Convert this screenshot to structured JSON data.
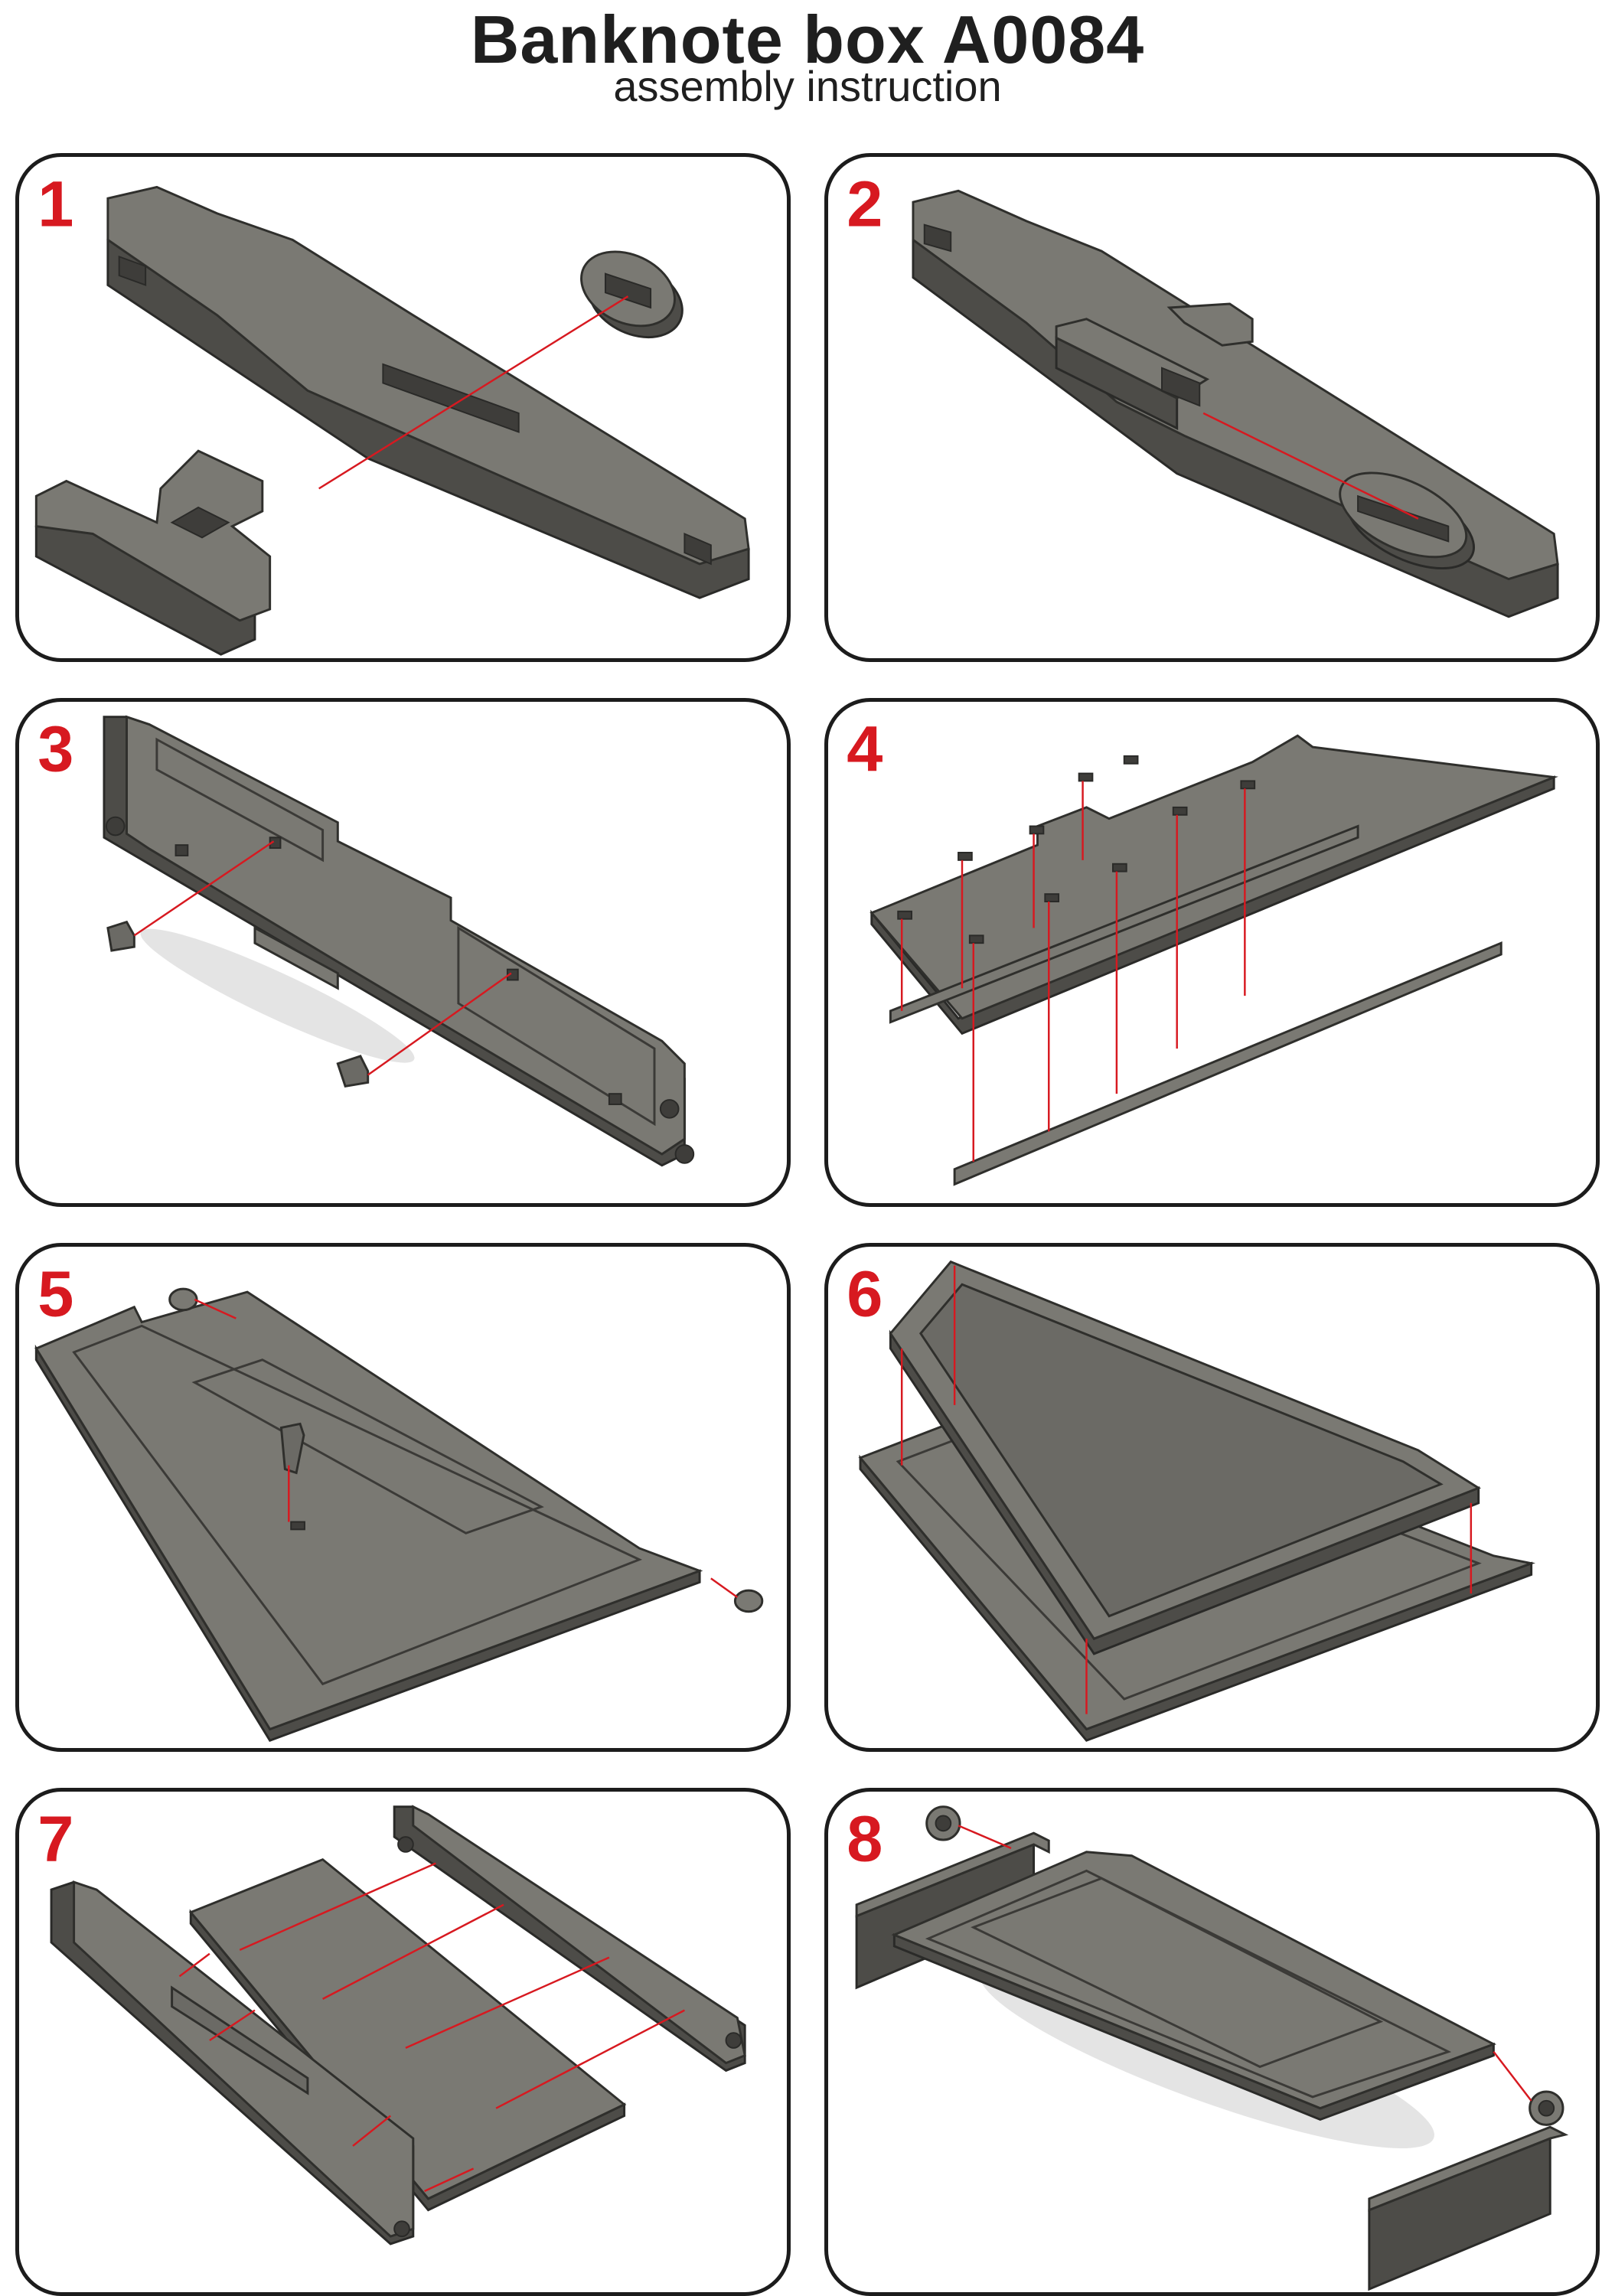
{
  "header": {
    "title": "Banknote box A0084",
    "subtitle": "assembly instruction"
  },
  "steps": [
    {
      "number": "1"
    },
    {
      "number": "2"
    },
    {
      "number": "3"
    },
    {
      "number": "4"
    },
    {
      "number": "5"
    },
    {
      "number": "6"
    },
    {
      "number": "7"
    },
    {
      "number": "8"
    }
  ],
  "colors": {
    "step_number": "#d71920",
    "guide_line": "#d71920",
    "part_fill": "#6b6a65",
    "border": "#1c1c1c"
  }
}
